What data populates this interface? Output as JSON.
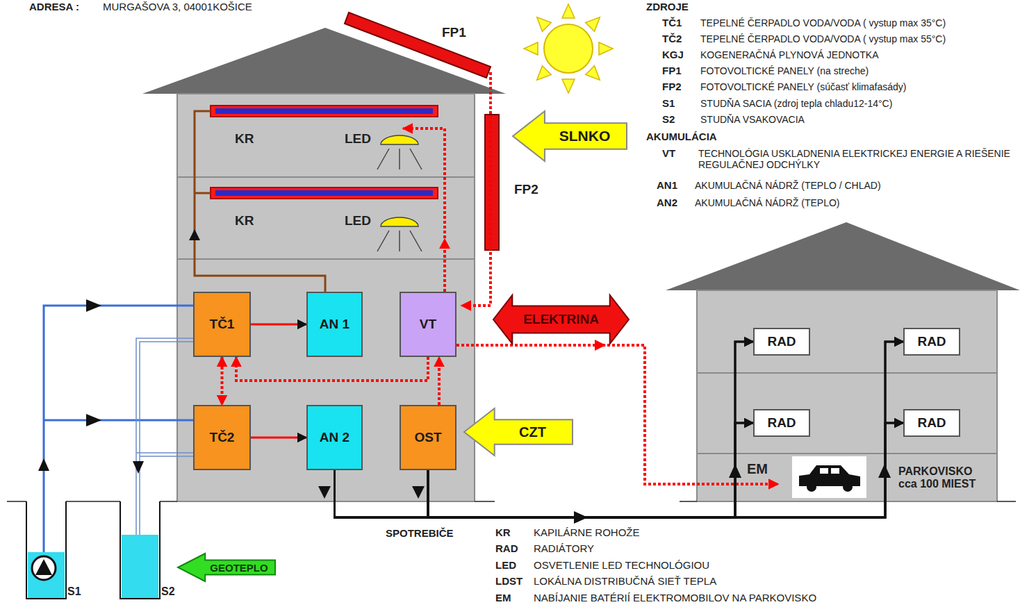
{
  "diagram": {
    "nodes": [
      {
        "text": [
          "SLNKO"
        ]
      },
      {
        "text": [
          "TČ1"
        ]
      },
      {
        "text": [
          "AN 1"
        ]
      },
      {
        "text": [
          "VT"
        ]
      },
      {
        "text": [
          "ELEKTRINA"
        ]
      },
      {
        "text": [
          "RAD"
        ]
      },
      {
        "text": [
          "RAD"
        ]
      },
      {
        "text": [
          "TČ2"
        ]
      },
      {
        "text": [
          "AN 2"
        ]
      },
      {
        "text": [
          "OST"
        ]
      },
      {
        "text": [
          "CZT"
        ]
      },
      {
        "text": [
          "RAD"
        ]
      },
      {
        "text": [
          "RAD"
        ]
      },
      {
        "text": [
          "GEOTEPLO"
        ]
      }
    ],
    "edges": [
      {
        "from": 1,
        "to": 2,
        "arrow": "to"
      },
      {
        "from": 7,
        "to": 8,
        "arrow": "to"
      },
      {
        "from": 1,
        "to": 7,
        "arrow": "both"
      },
      {
        "from": 3,
        "to": 1,
        "arrow": "to"
      },
      {
        "from": 9,
        "to": 3,
        "arrow": "to"
      },
      {
        "from": 8,
        "to": 5,
        "arrow": "to"
      },
      {
        "from": 8,
        "to": 6,
        "arrow": "to"
      },
      {
        "from": 8,
        "to": 11,
        "arrow": "to"
      },
      {
        "from": 8,
        "to": 12,
        "arrow": "to"
      },
      {
        "from": 9,
        "to": 5,
        "arrow": "to"
      },
      {
        "from": 9,
        "to": 6,
        "arrow": "to"
      },
      {
        "from": 9,
        "to": 11,
        "arrow": "to"
      },
      {
        "from": 9,
        "to": 12,
        "arrow": "to"
      }
    ],
    "labels": [
      "ADRESA :",
      "MURGAŠOVA 3, 04001KOŠICE",
      "FP1",
      "ZDROJE",
      "TČ1",
      "TEPELNÉ ČERPADLO VODA/VODA ( vystup max 35°C)",
      "TČ2",
      "TEPELNÉ ČERPADLO VODA/VODA ( vystup max 55°C)",
      "KGJ",
      "KOGENERAČNÁ PLYNOVÁ JEDNOTKA",
      "FP1",
      "FOTOVOLTICKÉ PANELY (na streche)",
      "FP2",
      "FOTOVOLTICKÉ PANELY (súčasť klimafasády)",
      "S1",
      "STUDŇA SACIA (zdroj tepla chladu12-14°C)",
      "S2",
      "STUDŇA VSAKOVACIA",
      "KR",
      "LED",
      "AKUMULÁCIA",
      "VT",
      "TECHNOLÓGIA USKLADNENIA ELEKTRICKEJ ENERGIE A RIEŠENIE REGULAČNEJ ODCHÝLKY",
      "AN1",
      "AKUMULAČNÁ NÁDRŽ (TEPLO / CHLAD)",
      "FP2",
      "AN2",
      "AKUMULAČNÁ NÁDRŽ (TEPLO)",
      "KR",
      "LED",
      "EM",
      "PARKOVISKO cca 100 MIEST",
      "SPOTREBIČE",
      "KR",
      "KAPILÁRNE ROHOŽE",
      "RAD",
      "RADIÁTORY",
      "LED",
      "OSVETLENIE LED TECHNOLÓGIOU",
      "LDST",
      "LOKÁLNA DISTRIBUČNÁ SIEŤ TEPLA",
      "EM",
      "NABÍJANIE BATÉRIÍ ELEKTROMOBILOV NA PARKOVISKO",
      "S1",
      "S2"
    ]
  }
}
